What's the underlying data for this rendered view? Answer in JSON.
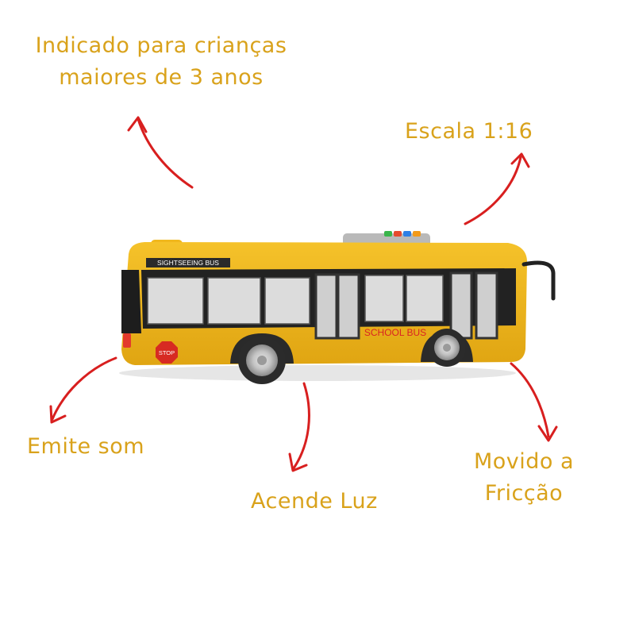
{
  "labels": {
    "age": [
      "Indicado para crianças",
      "maiores de 3 anos"
    ],
    "scale": "Escala 1:16",
    "sound": "Emite som",
    "light": "Acende Luz",
    "friction": [
      "Movido a",
      "Fricção"
    ]
  },
  "bus": {
    "sign": "SIGHTSEEING BUS",
    "side_text": "SCHOOL BUS",
    "stop": "STOP"
  },
  "colors": {
    "label": "#d9a21b",
    "arrow": "#d81f1f",
    "bus_body": "#f1b71c"
  }
}
